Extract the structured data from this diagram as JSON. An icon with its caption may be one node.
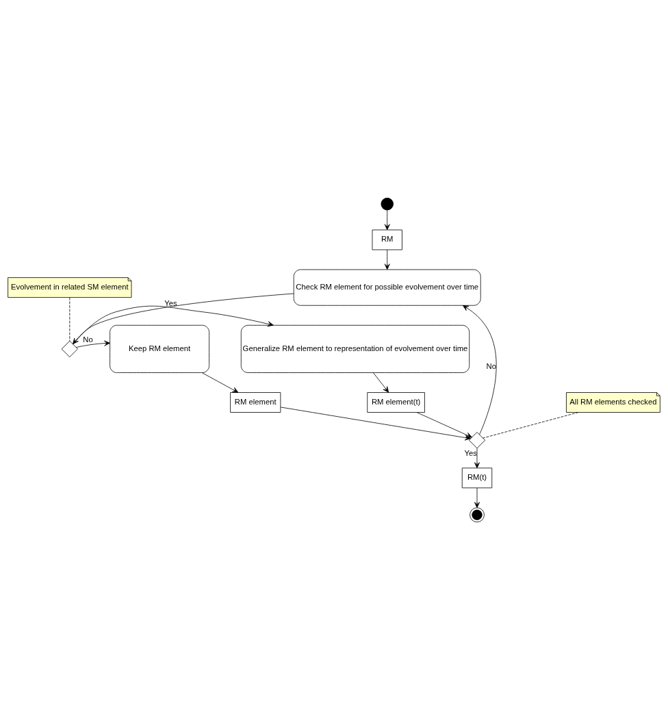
{
  "diagram": {
    "nodes": [
      {
        "text": [],
        "shape": "circle"
      },
      {
        "text": [
          "RM"
        ]
      },
      {
        "text": [
          "Check RM element for possible evolvement over time"
        ]
      },
      {
        "text": [],
        "shape": "diamond"
      },
      {
        "text": [
          "Generalize RM element to representation of evolvement over time"
        ]
      },
      {
        "text": [
          "Keep RM element"
        ]
      },
      {
        "text": [
          "Evolvement in related SM element"
        ]
      },
      {
        "text": [
          "RM element(t)"
        ]
      },
      {
        "text": [
          "RM element"
        ]
      },
      {
        "text": [],
        "shape": "diamond"
      },
      {
        "text": [
          "All RM elements checked"
        ]
      },
      {
        "text": [
          "RM(t)"
        ]
      },
      {
        "text": [],
        "shape": "circle"
      }
    ],
    "edges": [
      {
        "from": 0,
        "to": 1,
        "arrow": "to"
      },
      {
        "from": 1,
        "to": 2,
        "arrow": "to"
      },
      {
        "from": 2,
        "to": 3,
        "arrow": "to"
      },
      {
        "from": 3,
        "to": 4,
        "arrow": "to",
        "label": "Yes"
      },
      {
        "from": 3,
        "to": 5,
        "arrow": "to",
        "label": "No"
      },
      {
        "from": 6,
        "to": 3,
        "arrow": "none",
        "style": "dashed"
      },
      {
        "from": 4,
        "to": 7,
        "arrow": "to"
      },
      {
        "from": 5,
        "to": 8,
        "arrow": "to"
      },
      {
        "from": 7,
        "to": 9,
        "arrow": "to"
      },
      {
        "from": 8,
        "to": 9,
        "arrow": "to"
      },
      {
        "from": 9,
        "to": 2,
        "arrow": "to",
        "label": "No"
      },
      {
        "from": 10,
        "to": 9,
        "arrow": "none",
        "style": "dashed"
      },
      {
        "from": 9,
        "to": 11,
        "arrow": "to",
        "label": "Yes"
      },
      {
        "from": 11,
        "to": 12,
        "arrow": "to"
      }
    ]
  }
}
